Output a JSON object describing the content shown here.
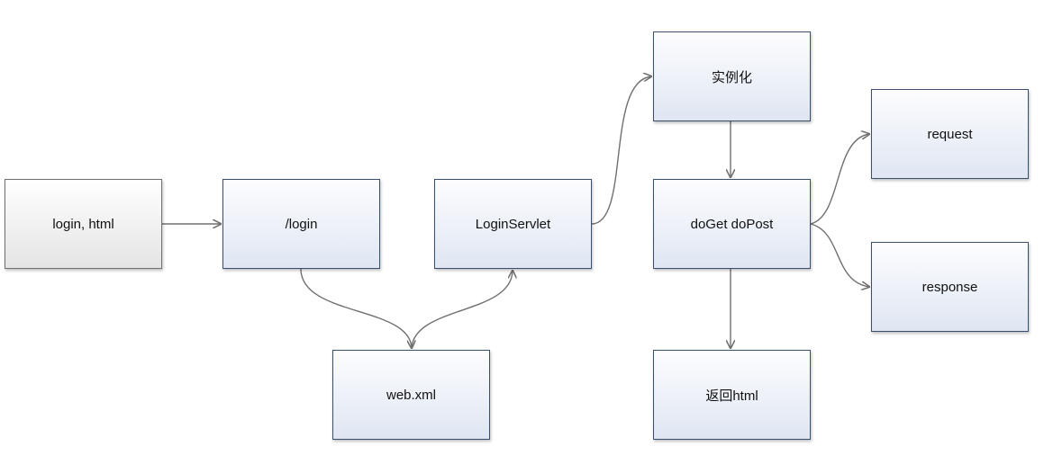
{
  "nodes": {
    "login_html": "login, html",
    "login_path": "/login",
    "web_xml": "web.xml",
    "login_servlet": "LoginServlet",
    "instantiate": "实例化",
    "doget_dopost": "doGet doPost",
    "request": "request",
    "response": "response",
    "return_html": "返回html"
  },
  "edges": [
    {
      "from": "login_html",
      "to": "login_path"
    },
    {
      "from": "login_path",
      "to": "web_xml"
    },
    {
      "from": "web_xml",
      "to": "login_servlet"
    },
    {
      "from": "login_servlet",
      "to": "instantiate"
    },
    {
      "from": "instantiate",
      "to": "doget_dopost"
    },
    {
      "from": "doget_dopost",
      "to": "request"
    },
    {
      "from": "doget_dopost",
      "to": "response"
    },
    {
      "from": "doget_dopost",
      "to": "return_html"
    }
  ],
  "colors": {
    "box_border": "#3a4f6e",
    "box_fill_top": "#fdfdff",
    "box_fill_bottom": "#dfe6f2",
    "gray_box_border": "#707070",
    "edge": "#707070"
  }
}
